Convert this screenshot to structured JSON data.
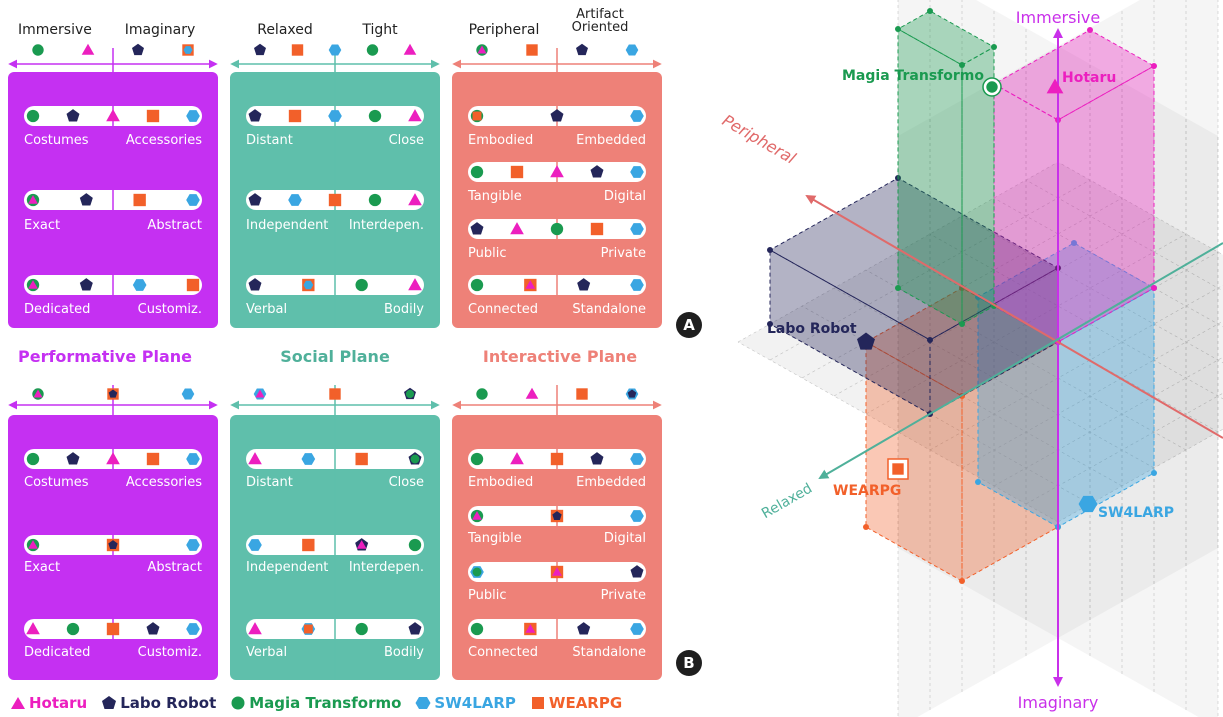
{
  "colors": {
    "hotaru": "#ec1fbf",
    "labo_robot": "#24265a",
    "magia": "#1a9a50",
    "sw4larp": "#3aa6e2",
    "wearpg": "#f2602a",
    "performative": "#c530f2",
    "social": "#5fbfab",
    "interactive": "#ee8178",
    "immersive_axis": "#c930ea",
    "peripheral_axis": "#e06a6a",
    "relaxed_axis": "#4fb09a"
  },
  "planes": [
    {
      "id": "performative",
      "title": "Performative Plane",
      "left_header": "Immersive",
      "right_header": "Imaginary",
      "rows": [
        [
          "Costumes",
          "Accessories"
        ],
        [
          "Exact",
          "Abstract"
        ],
        [
          "Dedicated",
          "Customiz."
        ]
      ]
    },
    {
      "id": "social",
      "title": "Social Plane",
      "left_header": "Relaxed",
      "right_header": "Tight",
      "rows": [
        [
          "Distant",
          "Close"
        ],
        [
          "Independent",
          "Interdepen."
        ],
        [
          "Verbal",
          "Bodily"
        ]
      ]
    },
    {
      "id": "interactive",
      "title": "Interactive Plane",
      "left_header": "Peripheral",
      "right_header_line1": "Artifact",
      "right_header_line2": "Oriented",
      "rows_a": [
        [
          "Embodied",
          "Embedded"
        ],
        [
          "Tangible",
          "Digital"
        ],
        [
          "Public",
          "Private"
        ],
        [
          "Connected",
          "Standalone"
        ]
      ],
      "rows_b": [
        [
          "Embodied",
          "Embedded"
        ],
        [
          "Tangible",
          "Digital"
        ],
        [
          "Public",
          "Private"
        ],
        [
          "Connected",
          "Standalone"
        ]
      ]
    }
  ],
  "badges": {
    "a": "A",
    "b": "B"
  },
  "legend": [
    {
      "marker": "triangle",
      "label": "Hotaru",
      "color": "#ec1fbf"
    },
    {
      "marker": "pentagon",
      "label": "Labo Robot",
      "color": "#24265a"
    },
    {
      "marker": "circle",
      "label": "Magia Transformo",
      "color": "#1a9a50"
    },
    {
      "marker": "hexagon",
      "label": "SW4LARP",
      "color": "#3aa6e2"
    },
    {
      "marker": "square",
      "label": "WEARPG",
      "color": "#f2602a"
    }
  ],
  "cube": {
    "axis_top": "Immersive",
    "axis_bottom": "Imaginary",
    "axis_peripheral": "Peripheral",
    "axis_relaxed": "Relaxed",
    "labels": {
      "magia": "Magia Transformo",
      "hotaru": "Hotaru",
      "labo": "Labo Robot",
      "wearpg": "WEARPG",
      "sw4larp": "SW4LARP"
    }
  },
  "markers_a": {
    "performative": {
      "summary": [
        "magia",
        "hotaru",
        "labo",
        "wearpg+sw4larp"
      ],
      "rows": [
        [
          "magia",
          "labo",
          "hotaru",
          "wearpg",
          "sw4larp"
        ],
        [
          "magia+hotaru",
          "labo",
          "wearpg",
          "sw4larp"
        ],
        [
          "magia+hotaru",
          "labo",
          "sw4larp",
          "wearpg"
        ]
      ]
    },
    "social": {
      "summary": [
        "labo",
        "wearpg",
        "sw4larp",
        "magia",
        "hotaru"
      ],
      "rows": [
        [
          "labo",
          "wearpg",
          "sw4larp",
          "magia",
          "hotaru"
        ],
        [
          "labo",
          "sw4larp",
          "wearpg",
          "magia",
          "hotaru"
        ],
        [
          "labo",
          "wearpg+sw4larp",
          "magia",
          "hotaru"
        ]
      ]
    },
    "interactive": {
      "summary": [
        "magia+hotaru",
        "wearpg",
        "labo",
        "sw4larp"
      ],
      "rows": [
        [
          "magia+hotaru+wearpg",
          "labo",
          "sw4larp"
        ],
        [
          "magia",
          "wearpg",
          "hotaru",
          "labo",
          "sw4larp"
        ],
        [
          "labo",
          "hotaru",
          "magia",
          "wearpg",
          "sw4larp"
        ],
        [
          "magia",
          "wearpg+hotaru",
          "labo",
          "sw4larp"
        ]
      ]
    }
  },
  "markers_b": {
    "performative": {
      "summary": [
        "magia+hotaru",
        "wearpg+labo",
        "sw4larp"
      ],
      "rows": [
        [
          "magia",
          "labo",
          "hotaru",
          "wearpg",
          "sw4larp"
        ],
        [
          "magia+hotaru",
          "wearpg+labo",
          "sw4larp"
        ],
        [
          "hotaru",
          "magia",
          "wearpg",
          "labo",
          "sw4larp"
        ]
      ]
    },
    "social": {
      "summary": [
        "sw4larp+hotaru",
        "wearpg",
        "labo+magia"
      ],
      "rows": [
        [
          "hotaru",
          "sw4larp",
          "wearpg",
          "labo+magia"
        ],
        [
          "sw4larp",
          "wearpg",
          "labo+hotaru",
          "magia"
        ],
        [
          "hotaru",
          "sw4larp+wearpg",
          "magia",
          "labo"
        ]
      ]
    },
    "interactive": {
      "summary": [
        "magia",
        "hotaru",
        "wearpg",
        "sw4larp+labo"
      ],
      "rows": [
        [
          "magia",
          "hotaru",
          "wearpg",
          "labo",
          "sw4larp"
        ],
        [
          "magia+hotaru",
          "wearpg+labo",
          "sw4larp"
        ],
        [
          "sw4larp+magia",
          "wearpg+hotaru",
          "labo"
        ],
        [
          "magia",
          "wearpg+hotaru",
          "labo",
          "sw4larp"
        ]
      ]
    }
  }
}
